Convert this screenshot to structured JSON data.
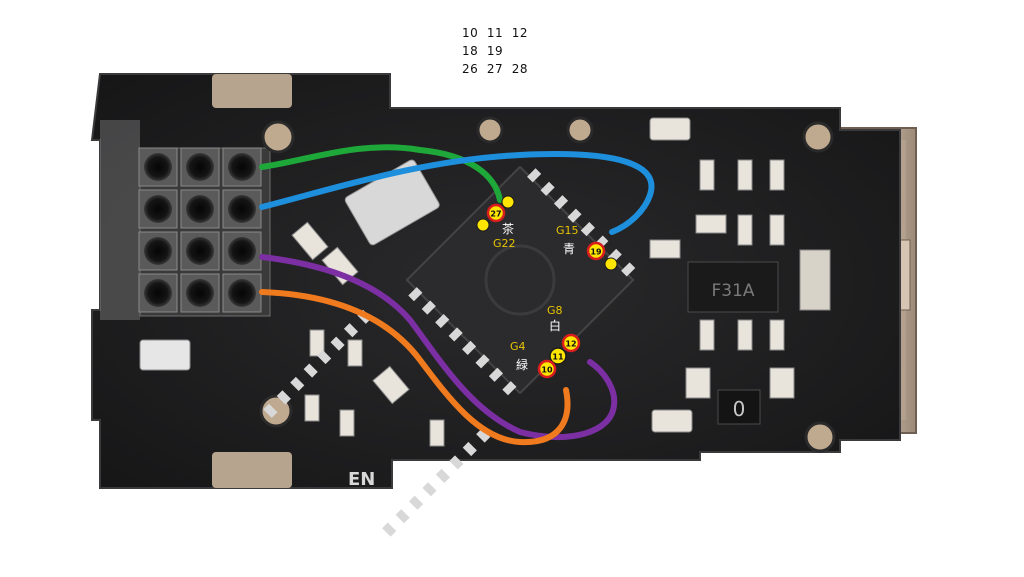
{
  "header_rows": [
    "10  11  12",
    "18  19",
    "26  27  28"
  ],
  "pcb": {
    "silkscreen_bottom": "EN",
    "ic_marking": "F31A",
    "pad_marker": "0"
  },
  "pin_labels": [
    {
      "id": "27",
      "gpio": "G22",
      "color_name": "茶"
    },
    {
      "id": "19",
      "gpio": "G15",
      "color_name": "青"
    },
    {
      "id": "12",
      "gpio": "G8",
      "color_name": "白"
    },
    {
      "id": "10",
      "gpio": "G4",
      "color_name": "緑"
    },
    {
      "id": "11",
      "gpio": "",
      "color_name": ""
    }
  ],
  "wires": [
    {
      "name": "green",
      "color": "#1fa83a"
    },
    {
      "name": "blue",
      "color": "#1e8fdc"
    },
    {
      "name": "purple",
      "color": "#7b2fa3"
    },
    {
      "name": "orange",
      "color": "#f07a1e"
    }
  ],
  "colors": {
    "board": "#1d1d1f",
    "gpio_label": "#e8c400",
    "color_label": "#ffffff",
    "marker_ring": "#d91c1c",
    "marker_fill": "#ffe600"
  }
}
